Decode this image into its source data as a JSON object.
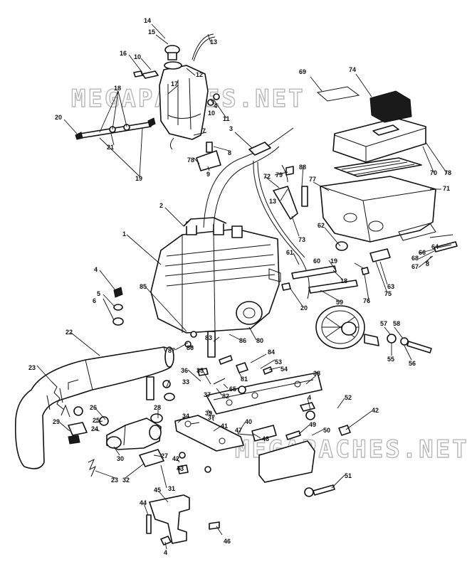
{
  "watermarks": [
    "MEGAPACHES.NET",
    "MEGAPACHES.NET"
  ],
  "callouts": [
    {
      "id": "c1",
      "label": "14"
    },
    {
      "id": "c2",
      "label": "15"
    },
    {
      "id": "c3",
      "label": "13"
    },
    {
      "id": "c4",
      "label": "16"
    },
    {
      "id": "c5",
      "label": "10"
    },
    {
      "id": "c6",
      "label": "12"
    },
    {
      "id": "c7",
      "label": "17"
    },
    {
      "id": "c8",
      "label": "18"
    },
    {
      "id": "c9",
      "label": "4"
    },
    {
      "id": "c10",
      "label": "10"
    },
    {
      "id": "c11",
      "label": "11"
    },
    {
      "id": "c12",
      "label": "20"
    },
    {
      "id": "c13",
      "label": "21"
    },
    {
      "id": "c14",
      "label": "7"
    },
    {
      "id": "c15",
      "label": "8"
    },
    {
      "id": "c16",
      "label": "78"
    },
    {
      "id": "c17",
      "label": "9"
    },
    {
      "id": "c18",
      "label": "19"
    },
    {
      "id": "c19",
      "label": "3"
    },
    {
      "id": "c20",
      "label": "88"
    },
    {
      "id": "c21",
      "label": "79"
    },
    {
      "id": "c22",
      "label": "72"
    },
    {
      "id": "c23",
      "label": "77"
    },
    {
      "id": "c24",
      "label": "69"
    },
    {
      "id": "c25",
      "label": "74"
    },
    {
      "id": "c26",
      "label": "70"
    },
    {
      "id": "c27",
      "label": "78"
    },
    {
      "id": "c28",
      "label": "71"
    },
    {
      "id": "c29",
      "label": "2"
    },
    {
      "id": "c30",
      "label": "13"
    },
    {
      "id": "c31",
      "label": "1"
    },
    {
      "id": "c32",
      "label": "73"
    },
    {
      "id": "c33",
      "label": "62"
    },
    {
      "id": "c34",
      "label": "64"
    },
    {
      "id": "c35",
      "label": "66"
    },
    {
      "id": "c36",
      "label": "68"
    },
    {
      "id": "c37",
      "label": "67"
    },
    {
      "id": "c38",
      "label": "8"
    },
    {
      "id": "c39",
      "label": "61"
    },
    {
      "id": "c40",
      "label": "60"
    },
    {
      "id": "c41",
      "label": "19"
    },
    {
      "id": "c42",
      "label": "63"
    },
    {
      "id": "c43",
      "label": "18"
    },
    {
      "id": "c44",
      "label": "76"
    },
    {
      "id": "c45",
      "label": "75"
    },
    {
      "id": "c46",
      "label": "4"
    },
    {
      "id": "c47",
      "label": "5"
    },
    {
      "id": "c48",
      "label": "6"
    },
    {
      "id": "c49",
      "label": "85"
    },
    {
      "id": "c50",
      "label": "59"
    },
    {
      "id": "c51",
      "label": "20"
    },
    {
      "id": "c52",
      "label": "22"
    },
    {
      "id": "c53",
      "label": "87"
    },
    {
      "id": "c54",
      "label": "86"
    },
    {
      "id": "c55",
      "label": "80"
    },
    {
      "id": "c56",
      "label": "83"
    },
    {
      "id": "c57",
      "label": "86"
    },
    {
      "id": "c58",
      "label": "84"
    },
    {
      "id": "c59",
      "label": "57"
    },
    {
      "id": "c60",
      "label": "58"
    },
    {
      "id": "c61",
      "label": "55"
    },
    {
      "id": "c62",
      "label": "56"
    },
    {
      "id": "c63",
      "label": "53"
    },
    {
      "id": "c64",
      "label": "54"
    },
    {
      "id": "c65",
      "label": "81"
    },
    {
      "id": "c66",
      "label": "65"
    },
    {
      "id": "c67",
      "label": "82"
    },
    {
      "id": "c68",
      "label": "36"
    },
    {
      "id": "c69",
      "label": "35"
    },
    {
      "id": "c70",
      "label": "38"
    },
    {
      "id": "c71",
      "label": "23"
    },
    {
      "id": "c72",
      "label": "33"
    },
    {
      "id": "c73",
      "label": "37"
    },
    {
      "id": "c74",
      "label": "4"
    },
    {
      "id": "c75",
      "label": "52"
    },
    {
      "id": "c76",
      "label": "26"
    },
    {
      "id": "c77",
      "label": "28"
    },
    {
      "id": "c78",
      "label": "34"
    },
    {
      "id": "c79",
      "label": "39"
    },
    {
      "id": "c80",
      "label": "37"
    },
    {
      "id": "c81",
      "label": "42"
    },
    {
      "id": "c82",
      "label": "25"
    },
    {
      "id": "c83",
      "label": "24"
    },
    {
      "id": "c84",
      "label": "29"
    },
    {
      "id": "c85",
      "label": "41"
    },
    {
      "id": "c86",
      "label": "40"
    },
    {
      "id": "c87",
      "label": "47"
    },
    {
      "id": "c88",
      "label": "49"
    },
    {
      "id": "c89",
      "label": "50"
    },
    {
      "id": "c90",
      "label": "48"
    },
    {
      "id": "c91",
      "label": "30"
    },
    {
      "id": "c92",
      "label": "27"
    },
    {
      "id": "c93",
      "label": "42"
    },
    {
      "id": "c94",
      "label": "43"
    },
    {
      "id": "c95",
      "label": "23"
    },
    {
      "id": "c96",
      "label": "32"
    },
    {
      "id": "c97",
      "label": "31"
    },
    {
      "id": "c98",
      "label": "51"
    },
    {
      "id": "c99",
      "label": "45"
    },
    {
      "id": "c100",
      "label": "44"
    },
    {
      "id": "c101",
      "label": "46"
    },
    {
      "id": "c102",
      "label": "4"
    }
  ]
}
